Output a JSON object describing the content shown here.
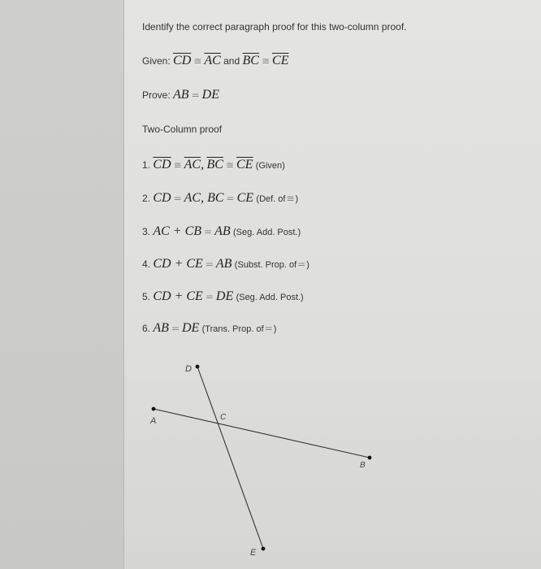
{
  "question": "Identify the correct paragraph proof for this two-column proof.",
  "given": {
    "label": "Given:",
    "seg1": "CD",
    "rel": "≅",
    "seg2": "AC",
    "conj": "and",
    "seg3": "BC",
    "seg4": "CE"
  },
  "prove": {
    "label": "Prove:",
    "lhs": "AB",
    "rel": "=",
    "rhs": "DE"
  },
  "section_title": "Two-Column proof",
  "steps": [
    {
      "num": "1.",
      "parts": [
        "CD",
        "≅",
        "AC",
        ",",
        "BC",
        "≅",
        "CE"
      ],
      "reason": "(Given)"
    },
    {
      "num": "2.",
      "lhs": "CD",
      "rel": "=",
      "mid": "AC, BC",
      "rel2": "=",
      "rhs": "CE",
      "reason_pre": "(Def. of",
      "reason_sym": "≅",
      "reason_post": ")"
    },
    {
      "num": "3.",
      "lhs": "AC + CB",
      "rel": "=",
      "rhs": "AB",
      "reason": "(Seg. Add. Post.)"
    },
    {
      "num": "4.",
      "lhs": "CD + CE",
      "rel": "=",
      "rhs": "AB",
      "reason_pre": "(Subst. Prop. of",
      "reason_sym": "=",
      "reason_post": ")"
    },
    {
      "num": "5.",
      "lhs": "CD + CE",
      "rel": "=",
      "rhs": "DE",
      "reason": "(Seg. Add. Post.)"
    },
    {
      "num": "6.",
      "lhs": "AB",
      "rel": "=",
      "rhs": "DE",
      "reason_pre": "(Trans. Prop. of",
      "reason_sym": "=",
      "reason_post": ")"
    }
  ],
  "diagram": {
    "labels": {
      "A": "A",
      "B": "B",
      "C": "C",
      "D": "D",
      "E": "E"
    }
  }
}
